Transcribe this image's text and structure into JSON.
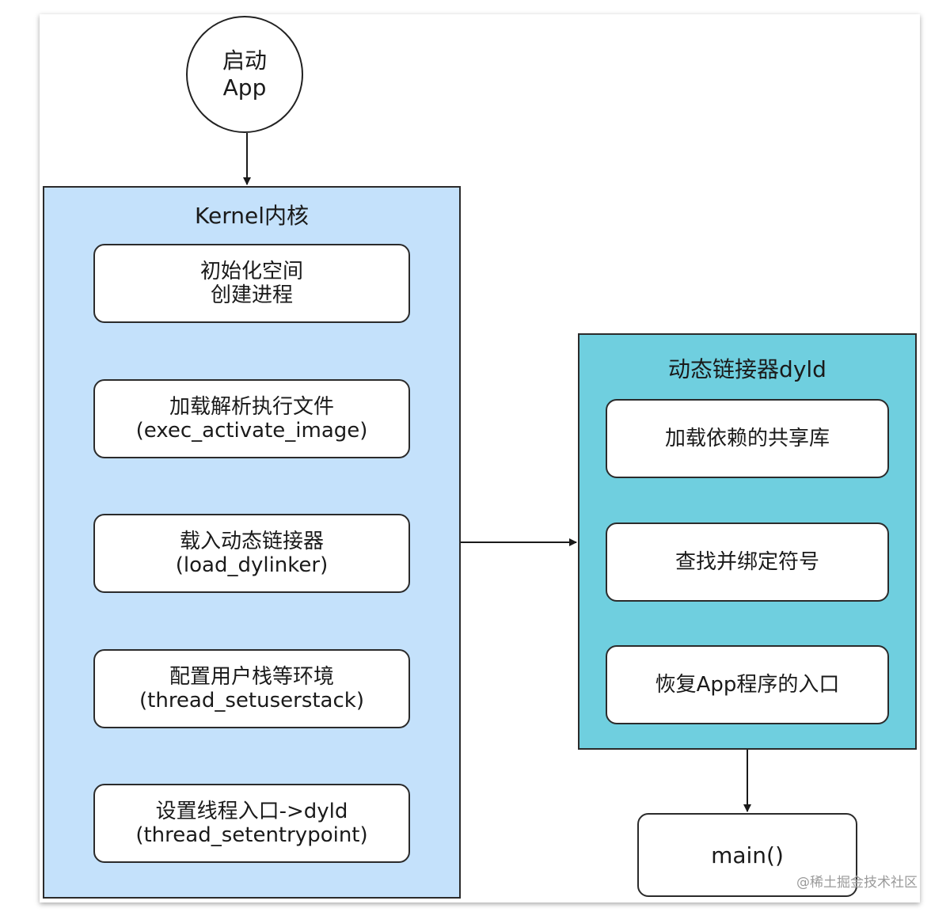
{
  "start": {
    "line1": "启动",
    "line2": "App"
  },
  "kernel": {
    "title": "Kernel内核",
    "steps": [
      {
        "line1": "初始化空间",
        "line2": "创建进程"
      },
      {
        "line1": "加载解析执行文件",
        "line2": "(exec_activate_image)"
      },
      {
        "line1": "载入动态链接器",
        "line2": "(load_dylinker)"
      },
      {
        "line1": "配置用户栈等环境",
        "line2": "(thread_setuserstack)"
      },
      {
        "line1": "设置线程入口->dyld",
        "line2": "(thread_setentrypoint)"
      }
    ]
  },
  "dyld": {
    "title": "动态链接器dyld",
    "steps": [
      {
        "label": "加载依赖的共享库"
      },
      {
        "label": "查找并绑定符号"
      },
      {
        "label": "恢复App程序的入口"
      }
    ]
  },
  "main": {
    "label": "main()"
  },
  "watermark": "@稀土掘金技术社区",
  "colors": {
    "kernel_bg": "#c4e1fb",
    "dyld_bg": "#6fcfdf",
    "stroke": "#2b2b2b"
  }
}
